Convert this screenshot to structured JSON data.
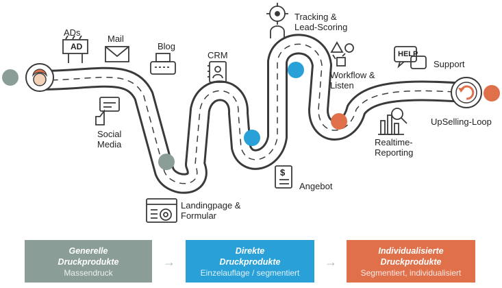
{
  "colors": {
    "grey": "#8a9e97",
    "blue": "#2aa0d8",
    "orange": "#e0704a",
    "road": "#3a3a3a"
  },
  "labels": {
    "ads": "ADs",
    "ads_sign": "AD",
    "mail": "Mail",
    "blog": "Blog",
    "crm": "CRM",
    "tracking_1": "Tracking &",
    "tracking_2": "Lead-Scoring",
    "workflow_1": "Workflow &",
    "workflow_2": "Listen",
    "support": "Support",
    "help": "HELP",
    "social_1": "Social",
    "social_2": "Media",
    "realtime_1": "Realtime-",
    "realtime_2": "Reporting",
    "upselling": "UpSelling-Loop",
    "angebot": "Angebot",
    "angebot_sign": "$",
    "landing_1": "Landingpage &",
    "landing_2": "Formular"
  },
  "boxes": [
    {
      "title_1": "Generelle",
      "title_2": "Druckprodukte",
      "subtitle": "Massendruck"
    },
    {
      "title_1": "Direkte",
      "title_2": "Druckprodukte",
      "subtitle": "Einzelauflage / segmentiert"
    },
    {
      "title_1": "Individualisierte",
      "title_2": "Druckprodukte",
      "subtitle": "Segmentiert, individualisiert"
    }
  ],
  "arrow_glyph": "→"
}
